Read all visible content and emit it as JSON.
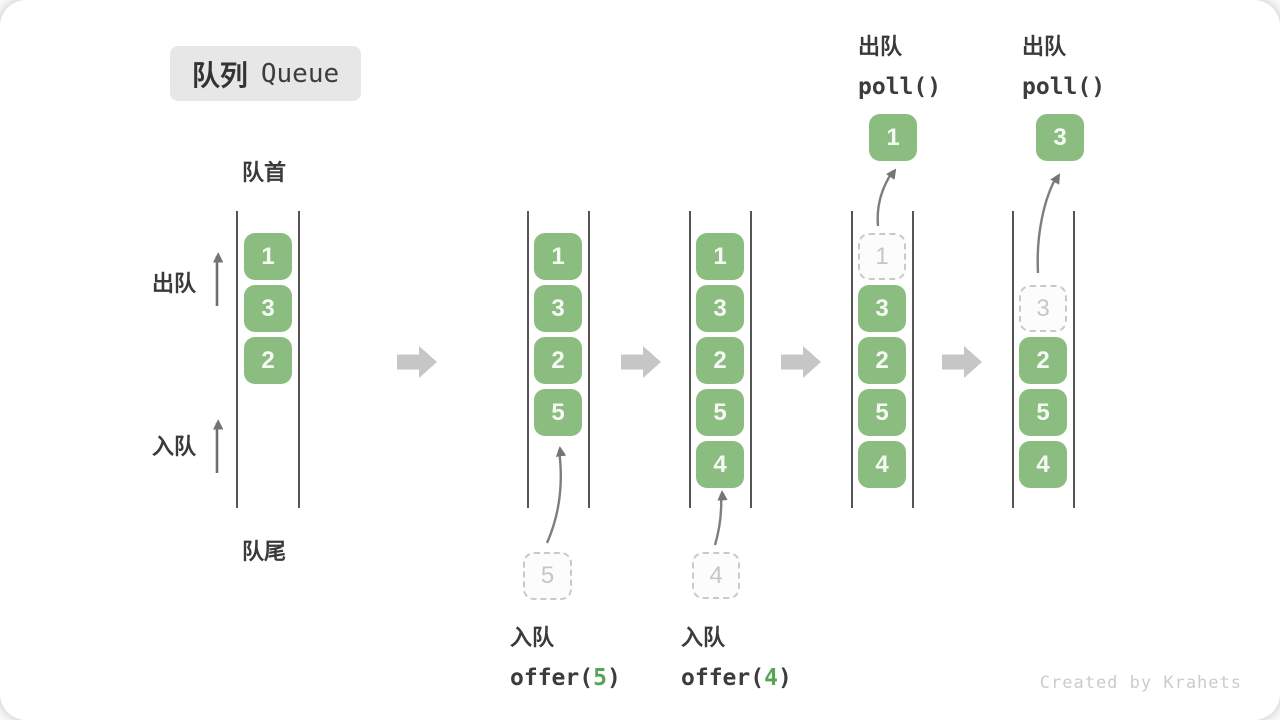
{
  "title_badge": {
    "zh": "队列",
    "en": "Queue"
  },
  "labels": {
    "front": "队首",
    "rear": "队尾",
    "dequeue": "出队",
    "enqueue": "入队"
  },
  "queue_states": {
    "s1": {
      "blocks": [
        "1",
        "3",
        "2"
      ]
    },
    "s2": {
      "blocks": [
        "1",
        "3",
        "2",
        "5"
      ],
      "pending": "5"
    },
    "s3": {
      "blocks": [
        "1",
        "3",
        "2",
        "5",
        "4"
      ],
      "pending": "4"
    },
    "s4": {
      "ghost": "1",
      "blocks": [
        "3",
        "2",
        "5",
        "4"
      ],
      "popped": "1"
    },
    "s5": {
      "ghost": "3",
      "blocks": [
        "2",
        "5",
        "4"
      ],
      "popped": "3"
    }
  },
  "operations": {
    "enqueue5": {
      "title": "入队",
      "fn": "offer(",
      "arg": "5",
      "close": ")"
    },
    "enqueue4": {
      "title": "入队",
      "fn": "offer(",
      "arg": "4",
      "close": ")"
    },
    "poll1": {
      "title": "出队",
      "code": "poll()"
    },
    "poll2": {
      "title": "出队",
      "code": "poll()"
    }
  },
  "watermark": "Created by Krahets",
  "colors": {
    "block_green": "#8bbd80",
    "code_arg_green": "#55a555",
    "flow_arrow_gray": "#c6c6c6",
    "curve_arrow_gray": "#7e7e7e",
    "ghost_gray": "#c9c9c9",
    "badge_bg": "#e7e7e7",
    "text_dark": "#3a3a3a",
    "watermark_gray": "#cbcbcb"
  },
  "icons": {
    "flow_arrow": "right-block-arrow",
    "direction_arrow": "thin-up-arrow",
    "transfer_arrow": "curved-up-arrow"
  }
}
